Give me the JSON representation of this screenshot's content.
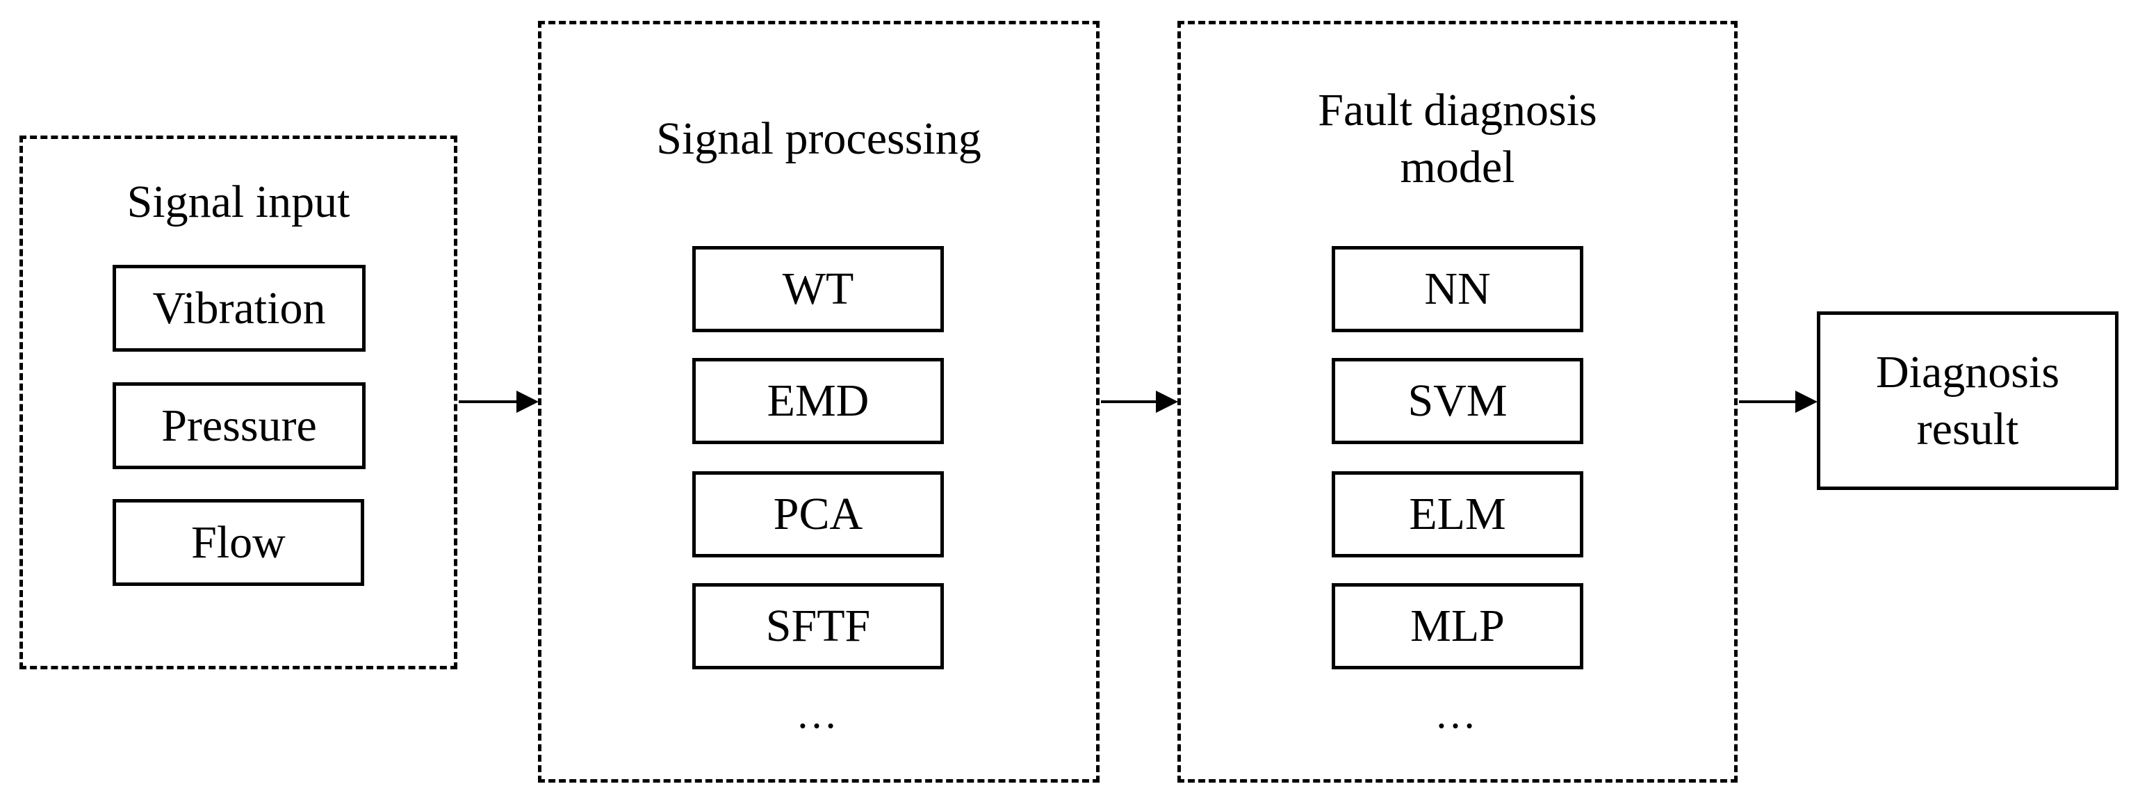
{
  "colors": {
    "stroke": "#000000",
    "background": "#ffffff"
  },
  "stages": {
    "signal_input": {
      "title": "Signal input",
      "items": [
        "Vibration",
        "Pressure",
        "Flow"
      ]
    },
    "signal_processing": {
      "title": "Signal processing",
      "items": [
        "WT",
        "EMD",
        "PCA",
        "SFTF"
      ],
      "more": "…"
    },
    "fault_model": {
      "title_line1": "Fault diagnosis",
      "title_line2": "model",
      "items": [
        "NN",
        "SVM",
        "ELM",
        "MLP"
      ],
      "more": "…"
    },
    "result": {
      "line1": "Diagnosis",
      "line2": "result"
    }
  }
}
